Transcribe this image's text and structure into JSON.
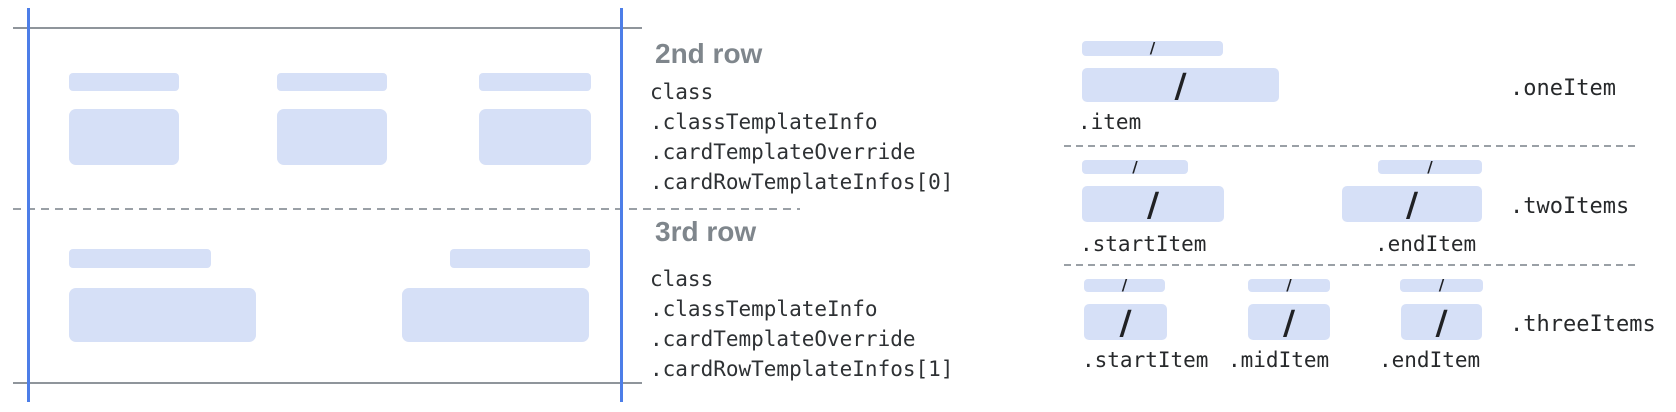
{
  "annotations": [
    {
      "title": "2nd row",
      "code_lines": [
        "class",
        ".classTemplateInfo",
        ".cardTemplateOverride",
        ".cardRowTemplateInfos[0]"
      ]
    },
    {
      "title": "3rd row",
      "code_lines": [
        "class",
        ".classTemplateInfo",
        ".cardTemplateOverride",
        ".cardRowTemplateInfos[1]"
      ]
    }
  ],
  "item_layouts": [
    {
      "label": ".oneItem",
      "items": [
        ".item"
      ]
    },
    {
      "label": ".twoItems",
      "items": [
        ".startItem",
        ".endItem"
      ]
    },
    {
      "label": ".threeItems",
      "items": [
        ".startItem",
        ".midItem",
        ".endItem"
      ]
    }
  ],
  "slash_glyph": "/",
  "colors": {
    "placeholder_fill": "#d6e0f7",
    "guide_blue": "#4d7ee8",
    "guide_gray": "#9aa0a6",
    "title_gray": "#7f868c",
    "code_dark": "#2e3134",
    "slash_dark": "#202124"
  }
}
